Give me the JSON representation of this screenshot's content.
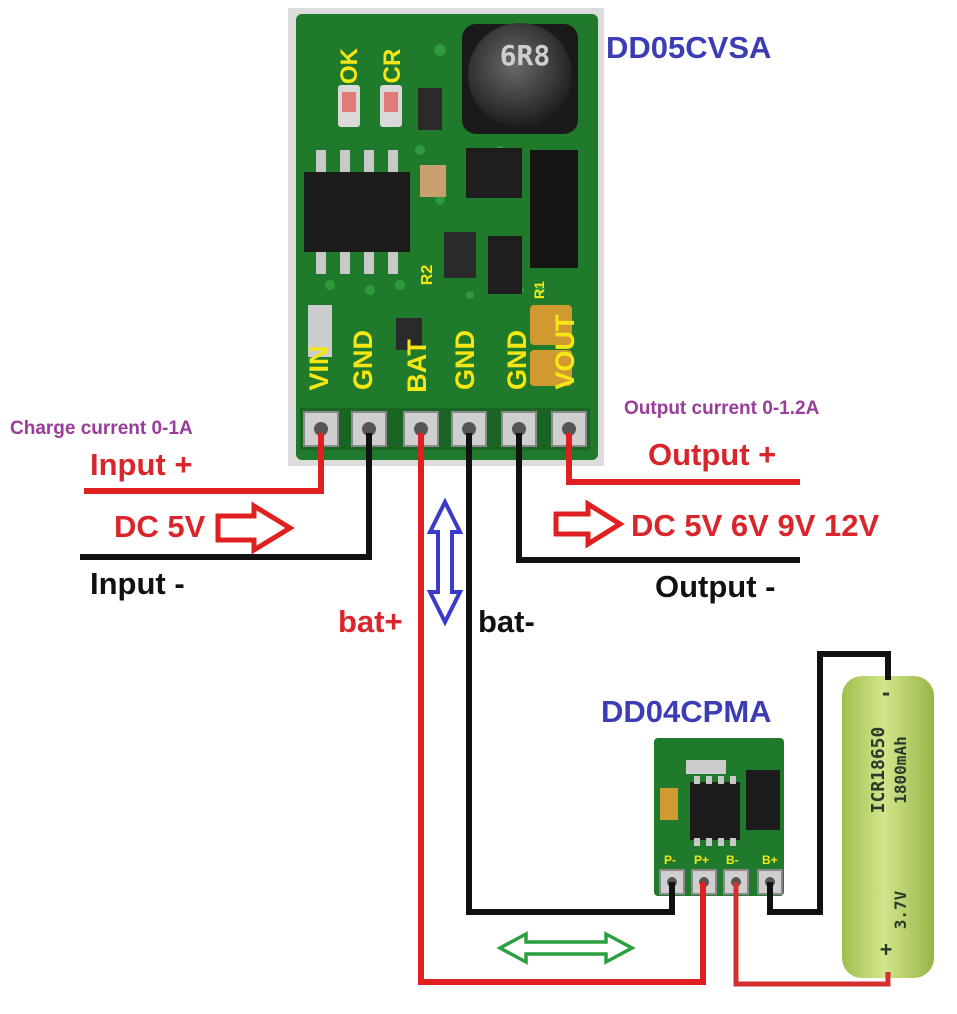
{
  "main_module": {
    "name": "DD05CVSA",
    "pins": [
      "VIN",
      "GND",
      "BAT",
      "GND",
      "GND",
      "VOUT"
    ],
    "leds": [
      "OK",
      "CR"
    ],
    "inductor": "6R8",
    "silkscreen": [
      "R2",
      "R1"
    ]
  },
  "charge_module": {
    "name": "DD04CPMA",
    "pins": [
      "P-",
      "P+",
      "B-",
      "B+"
    ]
  },
  "battery": {
    "model": "ICR18650",
    "capacity": "1800mAh",
    "voltage": "3.7V",
    "minus_mark": "-",
    "plus_mark": "+"
  },
  "labels": {
    "charge_current": "Charge current 0-1A",
    "input_plus": "Input +",
    "input_voltage": "DC 5V",
    "input_minus": "Input -",
    "output_current": "Output current 0-1.2A",
    "output_plus": "Output +",
    "output_voltage": "DC 5V 6V 9V 12V",
    "output_minus": "Output -",
    "bat_plus": "bat+",
    "bat_minus": "bat-"
  },
  "colors": {
    "pcb": "#1f7a2c",
    "wire_positive": "#e02020",
    "wire_negative": "#111111",
    "label_red": "#d9262c",
    "label_blue": "#3c3cb4",
    "label_purple": "#9a3c9a",
    "pin_text": "#f5e614",
    "battery": "#b8d46a",
    "arrow_blue": "#3a3acc",
    "arrow_green": "#2aa040"
  }
}
